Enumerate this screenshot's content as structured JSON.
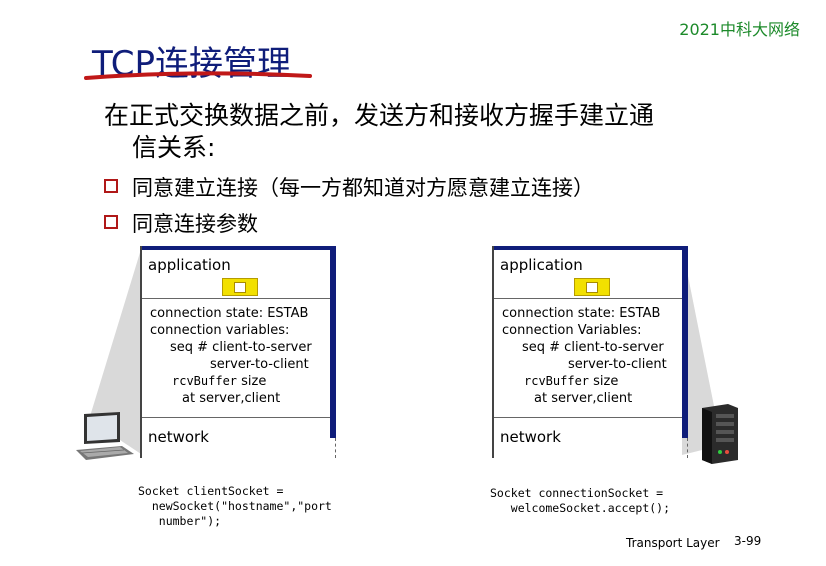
{
  "header": {
    "course_label": "2021中科大网络",
    "title": "TCP连接管理"
  },
  "intro": {
    "line1": "在正式交换数据之前，发送方和接收方握手建立通",
    "line2": "信关系:"
  },
  "bullets": [
    {
      "text": "同意建立连接（每一方都知道对方愿意建立连接）"
    },
    {
      "text": "同意连接参数"
    }
  ],
  "client_stack": {
    "application": "application",
    "state_line1": "connection state: ESTAB",
    "state_line2": "connection variables:",
    "state_line3": "seq # client-to-server",
    "state_line4": "server-to-client",
    "state_line5_mono": "rcvBuffer",
    "state_line5_rest": " size",
    "state_line6": "at server,client",
    "network": "network",
    "code": "Socket clientSocket =\n  newSocket(\"hostname\",\"port\n   number\");"
  },
  "server_stack": {
    "application": "application",
    "state_line1": "connection state: ESTAB",
    "state_line2": "connection Variables:",
    "state_line3": "seq # client-to-server",
    "state_line4": "server-to-client",
    "state_line5_mono": "rcvBuffer",
    "state_line5_rest": " size",
    "state_line6": "at server,client",
    "network": "network",
    "code": "Socket connectionSocket =\n   welcomeSocket.accept();"
  },
  "footer": {
    "section": "Transport Layer",
    "page": "3-99"
  },
  "colors": {
    "title": "#0f1d7a",
    "course": "#1c8a2a",
    "bullet": "#b01818",
    "socket": "#f2e000"
  },
  "icons": {
    "client": "laptop-icon",
    "server": "server-icon",
    "socket": "socket-icon"
  }
}
